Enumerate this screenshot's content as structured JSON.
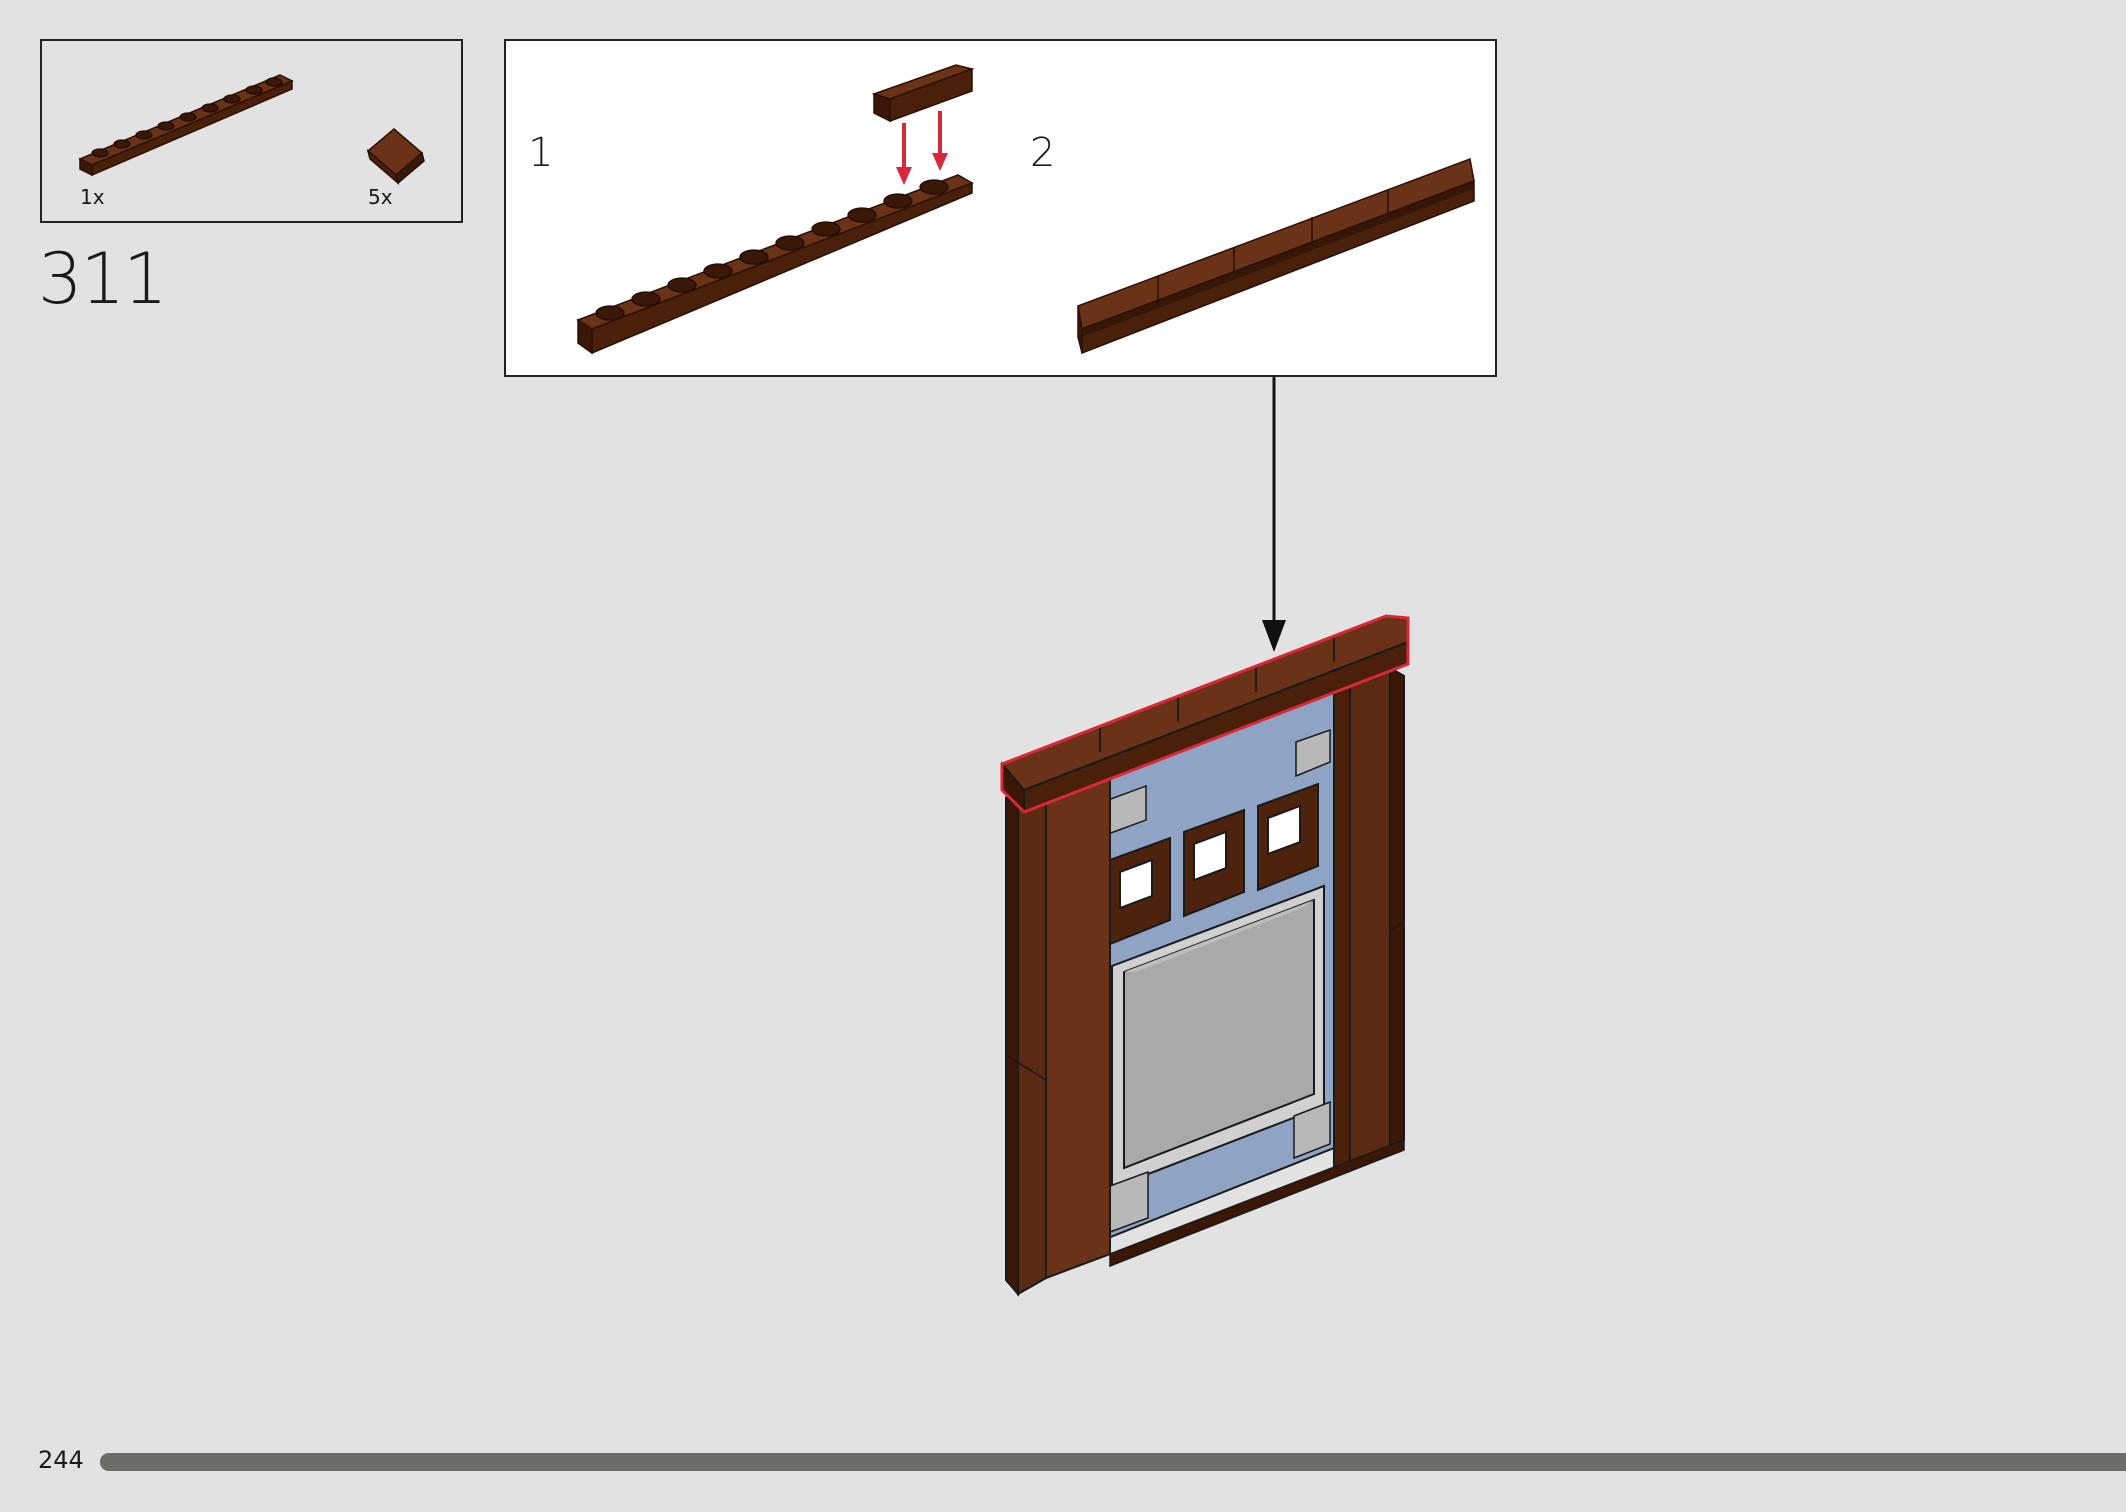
{
  "callout_parts": [
    {
      "name": "brown-plate-1x10",
      "quantity": "1x"
    },
    {
      "name": "brown-slope-tile",
      "quantity": "5x"
    }
  ],
  "step_number": "311",
  "substeps": [
    {
      "number": "1"
    },
    {
      "number": "2"
    }
  ],
  "page_number": "244",
  "progress": 1.0,
  "colors": {
    "background": "#e2e2e2",
    "brick_brown": "#5b2a12",
    "brick_brown_dark": "#3a180a",
    "highlight_red": "#d8283a",
    "arrow_red": "#d8283a",
    "window_blue": "#8fa4c4",
    "window_gray": "#b8b8b8"
  }
}
